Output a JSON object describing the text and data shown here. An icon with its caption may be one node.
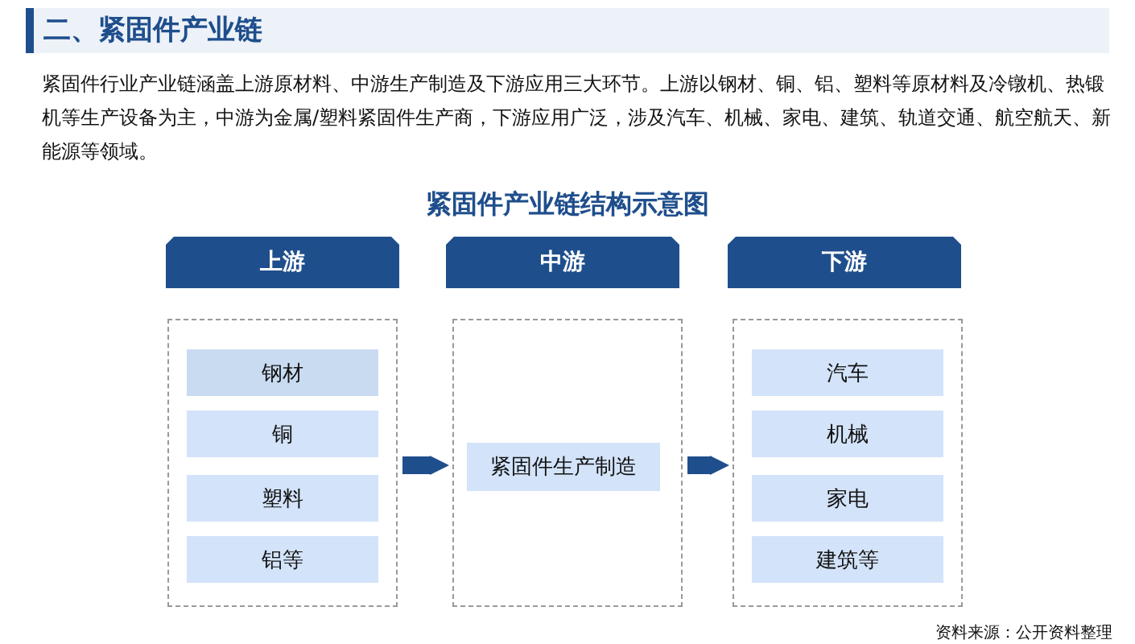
{
  "diagram": {
    "title": "紧固件产业链结构示意图",
    "nodes": [
      {
        "text": [
          "上游"
        ]
      },
      {
        "text": [],
        "shape": "box"
      },
      {
        "text": [
          "钢材"
        ],
        "in": 1
      },
      {
        "text": [
          "铜"
        ],
        "in": 1
      },
      {
        "text": [
          "塑料"
        ],
        "in": 1
      },
      {
        "text": [
          "铝等"
        ],
        "in": 1
      },
      {
        "text": [
          "中游"
        ]
      },
      {
        "text": [],
        "shape": "box"
      },
      {
        "text": [
          "紧固件生产制造"
        ],
        "in": 7
      },
      {
        "text": [
          "下游"
        ]
      },
      {
        "text": [],
        "shape": "box"
      },
      {
        "text": [
          "汽车"
        ],
        "in": 10
      },
      {
        "text": [
          "机械"
        ],
        "in": 10
      },
      {
        "text": [
          "家电"
        ],
        "in": 10
      },
      {
        "text": [
          "建筑等"
        ],
        "in": 10
      }
    ],
    "edges": [
      {
        "from": 1,
        "to": 7,
        "arrow": "to"
      },
      {
        "from": 7,
        "to": 10,
        "arrow": "to"
      }
    ],
    "labels": [
      "二、紧固件产业链",
      "紧固件行业产业链涵盖上游原材料、中游生产制造及下游应用三大环节。上游以钢材、铜、铝、塑料等原材料及冷镦机、热锻机等生产设备为主，中游为金属/塑料紧固件生产商，下游应用广泛，涉及汽车、机械、家电、建筑、轨道交通、航空航天、新能源等领域。",
      "资料来源：公开资料整理"
    ]
  }
}
